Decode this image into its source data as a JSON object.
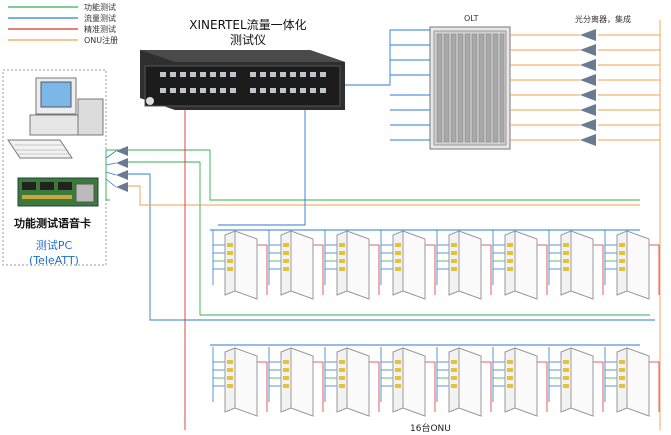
{
  "legend": {
    "items": [
      {
        "label": "功能测试",
        "color": "#2fb24a"
      },
      {
        "label": "流量测试",
        "color": "#2e7bd6"
      },
      {
        "label": "精准测试",
        "color": "#d9342b"
      },
      {
        "label": "ONU注册",
        "color": "#f0a04b"
      }
    ]
  },
  "tester": {
    "title_line1": "XINERTEL流量一体化",
    "title_line2": "测试仪"
  },
  "olt": {
    "label": "OLT"
  },
  "splitter": {
    "label": "光分离器，集成"
  },
  "pc": {
    "card_label": "功能测试语音卡",
    "label_line1": "测试PC",
    "label_line2": "(TeleATT)"
  },
  "onu_group": {
    "label": "16台ONU",
    "count": 16
  },
  "colors": {
    "function": "#2fb24a",
    "traffic": "#2e7bd6",
    "precision": "#d9342b",
    "register": "#f0a04b"
  }
}
